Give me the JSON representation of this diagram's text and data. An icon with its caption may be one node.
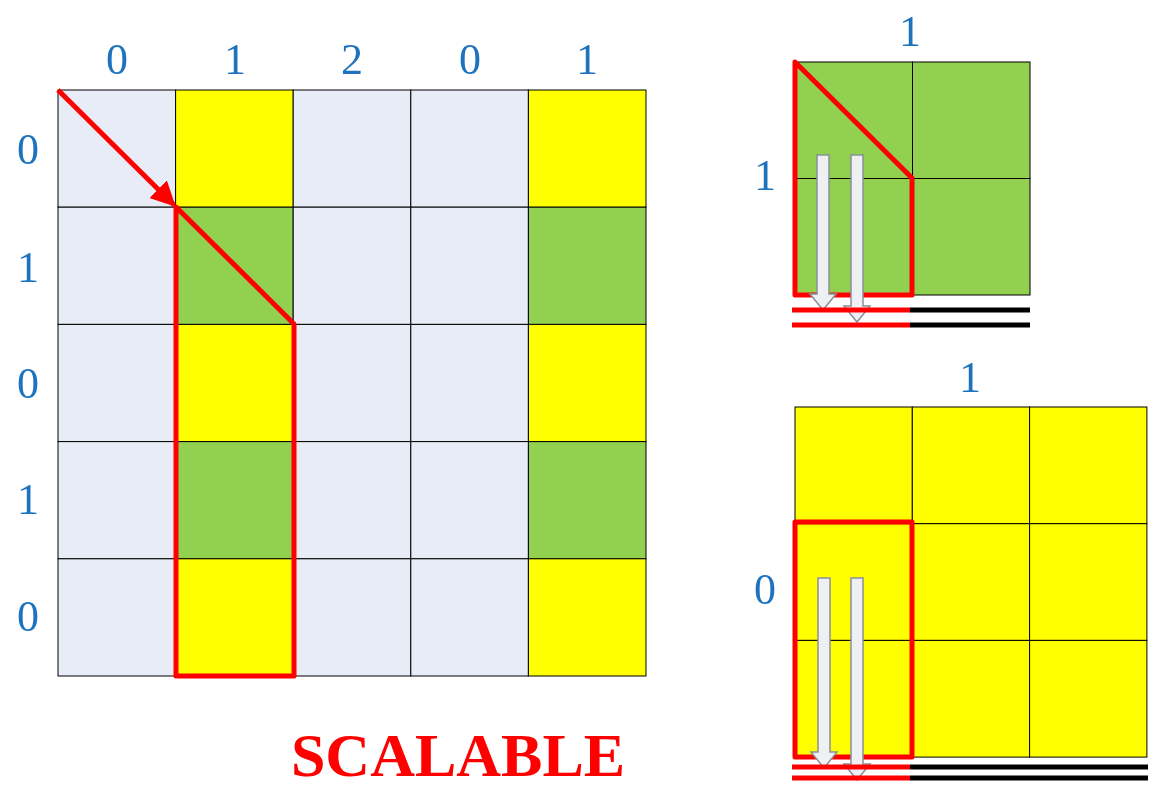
{
  "diagram": {
    "labels": [
      "0",
      "1",
      "2",
      "0",
      "1",
      "0",
      "1",
      "0",
      "1",
      "0",
      "1",
      "1",
      "1",
      "0",
      "SCALABLE"
    ]
  }
}
